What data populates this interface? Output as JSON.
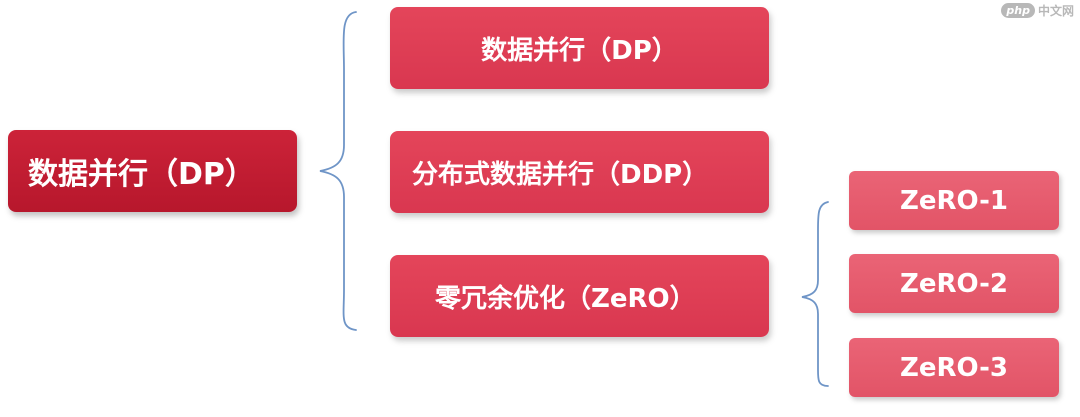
{
  "root": {
    "label": "数据并行（DP）"
  },
  "branches": [
    {
      "label": "数据并行（DP）"
    },
    {
      "label": "分布式数据并行（DDP）"
    },
    {
      "label": "零冗余优化（ZeRO）"
    }
  ],
  "zero_children": [
    {
      "label": "ZeRO-1"
    },
    {
      "label": "ZeRO-2"
    },
    {
      "label": "ZeRO-3"
    }
  ],
  "watermark": {
    "badge": "php",
    "text": "中文网"
  },
  "colors": {
    "root": "#c41e33",
    "branch": "#df3d55",
    "leaf": "#e55b6d",
    "bracket": "#6f95c7"
  }
}
